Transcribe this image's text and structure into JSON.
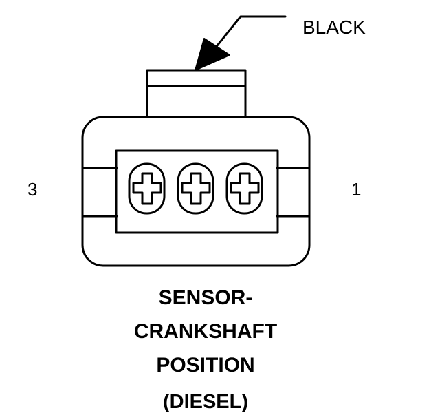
{
  "wire_color_label": "BLACK",
  "pin_labels": {
    "left": "3",
    "right": "1"
  },
  "caption": {
    "line1": "SENSOR-",
    "line2": "CRANKSHAFT",
    "line3": "POSITION",
    "line4": "(DIESEL)"
  },
  "colors": {
    "ink": "#000000",
    "background": "#ffffff"
  }
}
